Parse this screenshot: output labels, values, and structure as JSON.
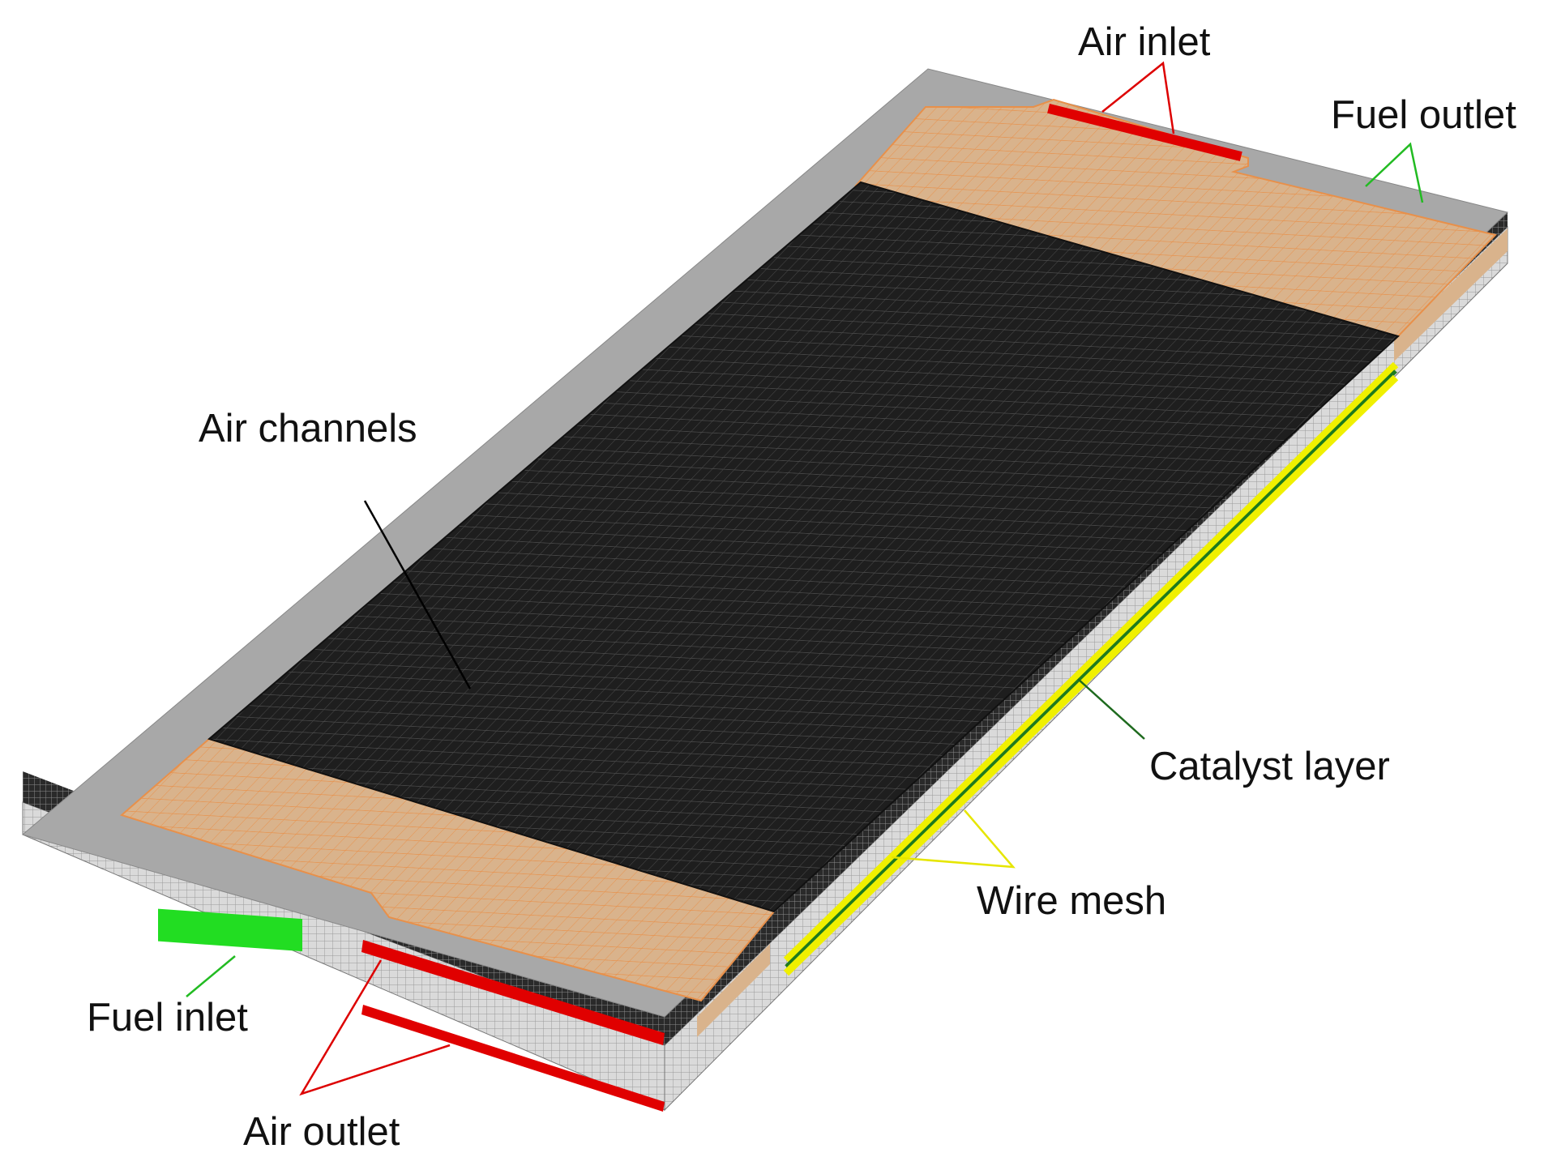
{
  "labels": {
    "air_inlet": "Air inlet",
    "fuel_outlet": "Fuel outlet",
    "air_channels": "Air channels",
    "catalyst_layer": "Catalyst layer",
    "wire_mesh": "Wire mesh",
    "fuel_inlet": "Fuel inlet",
    "air_outlet": "Air outlet"
  },
  "colors": {
    "frame": "#a8a8a8",
    "manifold": "#d9b38c",
    "manifold_grid": "#e8904a",
    "channels": "#1e1e1e",
    "channel_grid": "#4a4a4a",
    "air_port": "#e00000",
    "fuel_port": "#22dd22",
    "wire_mesh": "#eeee00",
    "catalyst": "#1e7a1e",
    "side_wall": "#d8d8d8",
    "leader_air": "#dd0000",
    "leader_fuel": "#22bb22",
    "leader_wire": "#e6e600",
    "leader_catalyst": "#1e6a1e",
    "leader_channels": "#000000"
  }
}
